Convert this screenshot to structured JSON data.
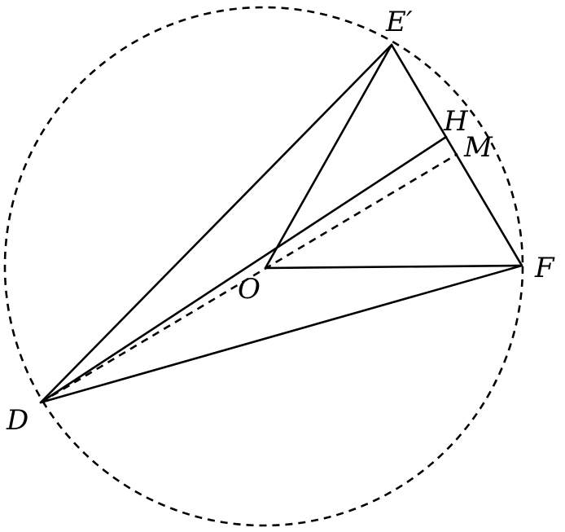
{
  "labels": {
    "E": "E′",
    "H": "H",
    "M": "M",
    "F": "F",
    "O": "O",
    "D": "D"
  },
  "stroke_color": "#000000"
}
